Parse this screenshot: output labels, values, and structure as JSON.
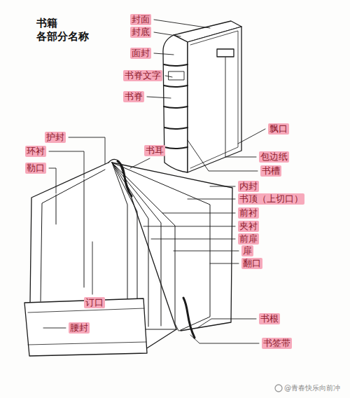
{
  "diagram": {
    "title": "书籍 各部分名称",
    "labels": [
      "封面",
      "封底",
      "面封",
      "书脊文字",
      "书脊",
      "飘口",
      "包边纸",
      "书槽",
      "护封",
      "环衬",
      "勒口",
      "书耳",
      "内封",
      "书顶（上切口）",
      "前衬",
      "夹衬",
      "前扉",
      "扉",
      "翻口",
      "订口",
      "腰封",
      "书根",
      "书签带",
      "@青春快乐向前冲"
    ]
  }
}
